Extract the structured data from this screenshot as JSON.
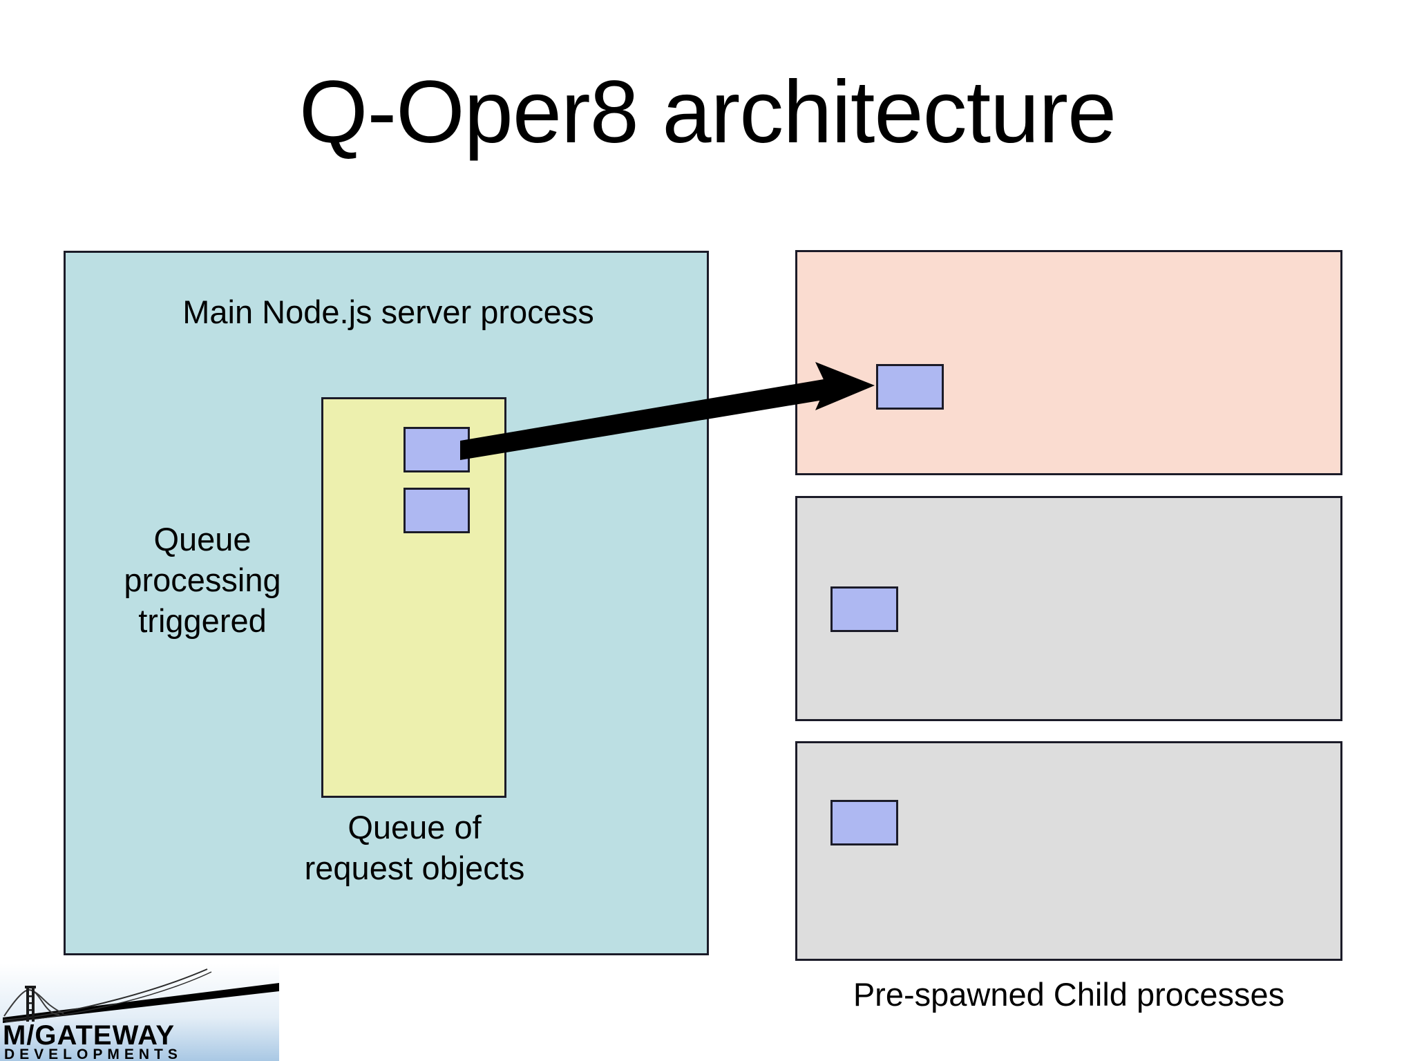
{
  "slide": {
    "title": "Q-Oper8 architecture",
    "background_color": "#ffffff"
  },
  "main_process": {
    "label": "Main Node.js server process",
    "fill_color": "#bcdfe3",
    "border_color": "#1b1b28",
    "queue_trigger_label": "Queue\nprocessing\ntriggered",
    "queue_trigger_lines": [
      "Queue",
      "processing",
      "triggered"
    ],
    "queue_box": {
      "caption_lines": [
        "Queue of",
        "request objects"
      ],
      "fill_color": "#edf0ae",
      "request_objects": [
        {
          "name": "request-object-1",
          "fill_color": "#aeb8f2"
        },
        {
          "name": "request-object-2",
          "fill_color": "#aeb8f2"
        }
      ]
    }
  },
  "child_processes": {
    "caption": "Pre-spawned Child processes",
    "panels": [
      {
        "name": "child-process-panel-1",
        "fill_color": "#fadcd0",
        "state": "active",
        "has_request_object": true
      },
      {
        "name": "child-process-panel-2",
        "fill_color": "#dddddd",
        "state": "idle",
        "has_request_object": true
      },
      {
        "name": "child-process-panel-3",
        "fill_color": "#dddddd",
        "state": "idle",
        "has_request_object": true
      }
    ]
  },
  "arrow": {
    "name": "dispatch-arrow",
    "color": "#000000",
    "from": "queue request object",
    "to": "child process request object"
  },
  "logo": {
    "brand": "M/GATEWAY",
    "tagline": "DEVELOPMENTS",
    "separator": "/",
    "brand_left": "M",
    "brand_right": "GATEWAY"
  }
}
